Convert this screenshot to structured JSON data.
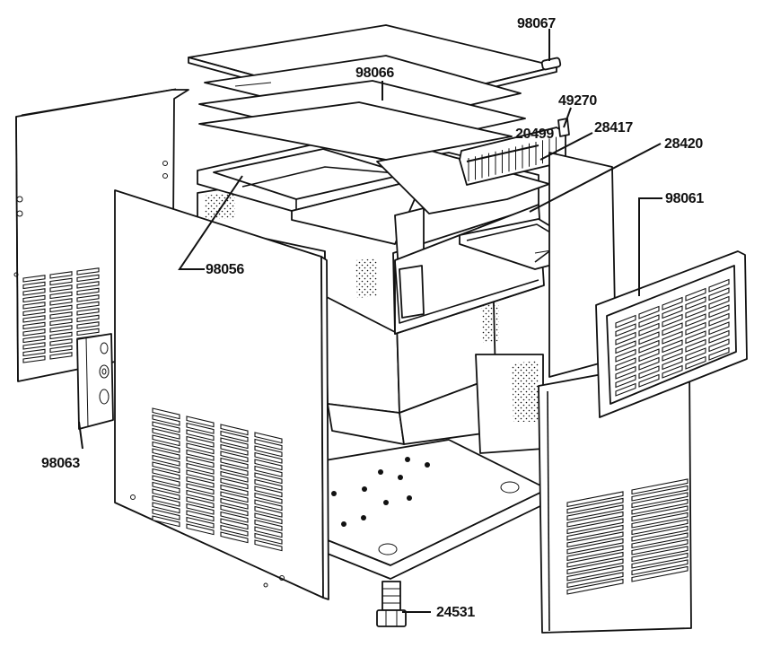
{
  "labels": {
    "p98067": "98067",
    "p98066": "98066",
    "p49270": "49270",
    "p20499": "20499",
    "p28417": "28417",
    "p28420": "28420",
    "p98061": "98061",
    "p98056": "98056",
    "p98063": "98063",
    "p24531": "24531"
  }
}
